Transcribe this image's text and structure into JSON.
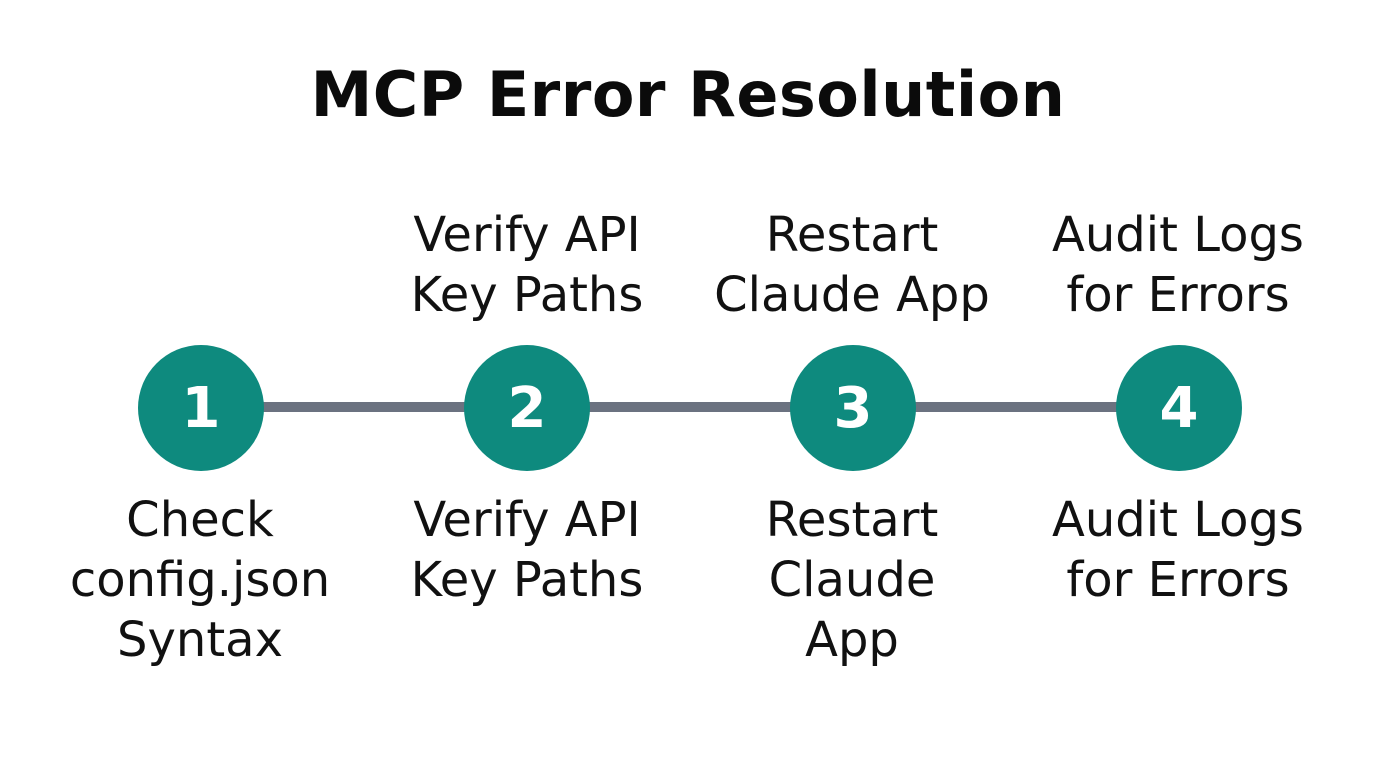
{
  "title": "MCP Error Resolution",
  "colors": {
    "node_fill": "#0e8a7e",
    "connector": "#6b7280",
    "text": "#111111"
  },
  "steps": [
    {
      "number": "1",
      "top_label": "",
      "bottom_label": "Check\nconfig.json\nSyntax"
    },
    {
      "number": "2",
      "top_label": "Verify API\nKey Paths",
      "bottom_label": "Verify API\nKey Paths"
    },
    {
      "number": "3",
      "top_label": "Restart\nClaude App",
      "bottom_label": "Restart\nClaude\nApp"
    },
    {
      "number": "4",
      "top_label": "Audit Logs\nfor Errors",
      "bottom_label": "Audit Logs\nfor Errors"
    }
  ]
}
